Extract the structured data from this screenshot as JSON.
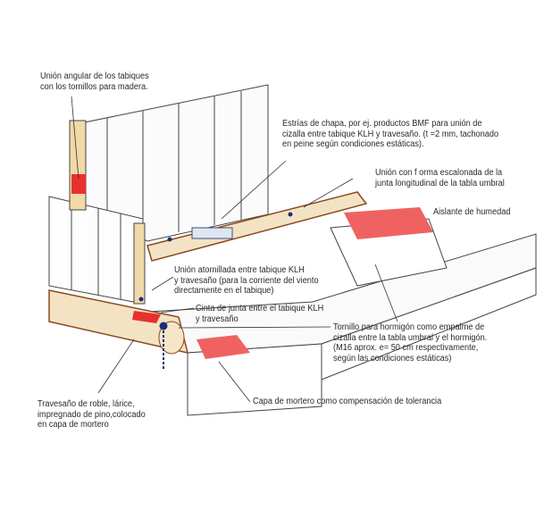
{
  "labels": {
    "corner_joint": "Unión angular de los tabiques\ncon los tornillos para madera.",
    "metal_strips": "Estrías de chapa, por ej. productos BMF para unión de\ncizalla entre tabique KLH y travesaño. (t =2 mm,  tachonado\nen peine según condiciones estáticas).",
    "stepped_joint": "Unión  con f orma escalonada  de la\njunta longitudinal de la tabla umbral",
    "moisture_barrier": "Aislante de humedad",
    "screwed_joint": "Unión atornillada entre tabique KLH\ny travesaño (para la corriente del viento\ndirectamente en el tabique)",
    "joint_tape": "Cinta de junta entre el tabique KLH\ny travesaño",
    "concrete_screw": "Tornillo para hormigón como empalme de\ncizalla entre la tabla umbral y el hormigón.\n(M16 aprox. e= 50 cm respectivamente,\nsegún las condiciones estáticas)",
    "mortar_layer": "Capa de mortero como compensación de tolerancia",
    "sill_beam": "Travesaño de roble, lárice,\nimpregnado de pino,colocado\nen capa de mortero"
  },
  "colors": {
    "wood": "#8a4a1f",
    "seal": "#e8312f",
    "screw": "#1a2f7a",
    "line": "#333333"
  }
}
